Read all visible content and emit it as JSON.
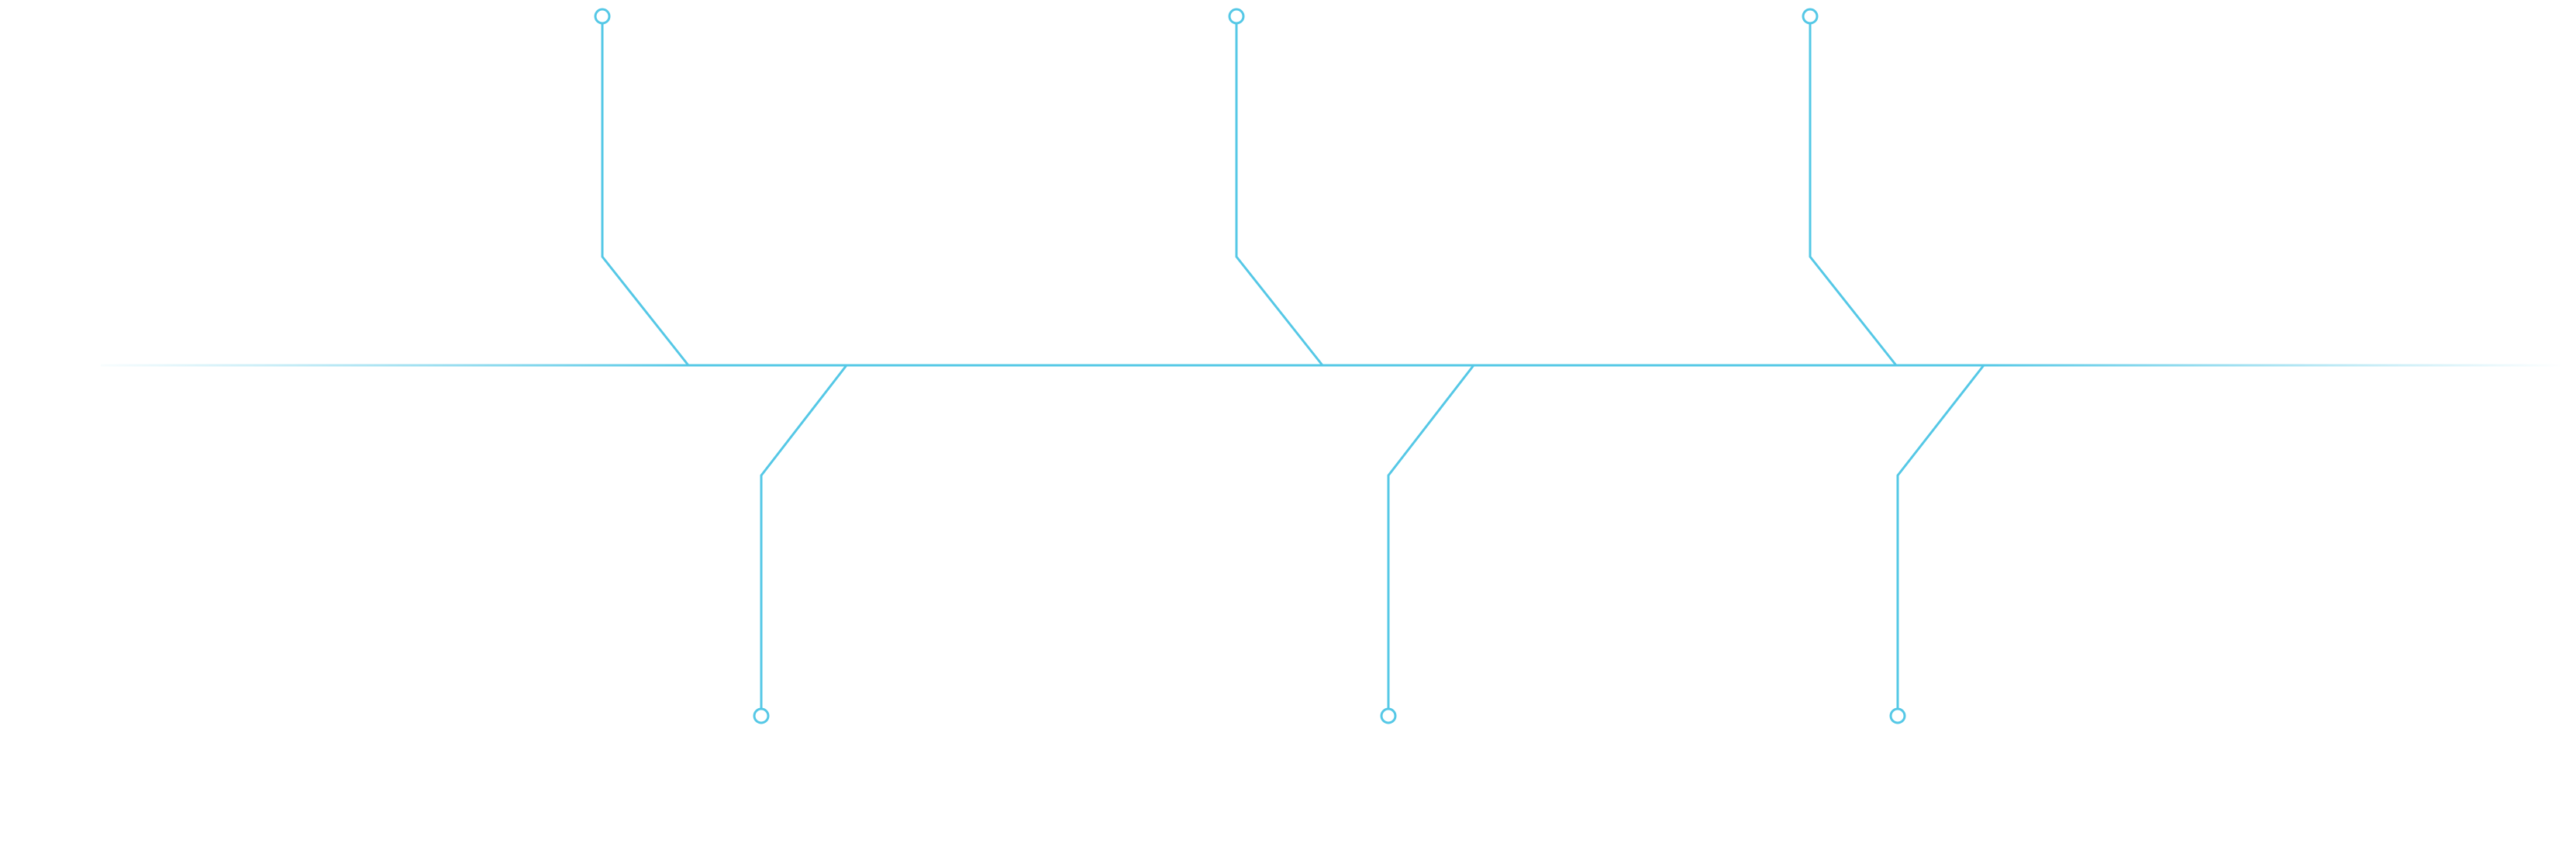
{
  "diagram": {
    "type": "timeline-connectors",
    "colors": {
      "line": "#55C8E6",
      "background": "#FFFFFF"
    },
    "connectors": [
      {
        "direction": "up",
        "order": 1
      },
      {
        "direction": "down",
        "order": 2
      },
      {
        "direction": "up",
        "order": 3
      },
      {
        "direction": "down",
        "order": 4
      },
      {
        "direction": "up",
        "order": 5
      },
      {
        "direction": "down",
        "order": 6
      }
    ]
  }
}
